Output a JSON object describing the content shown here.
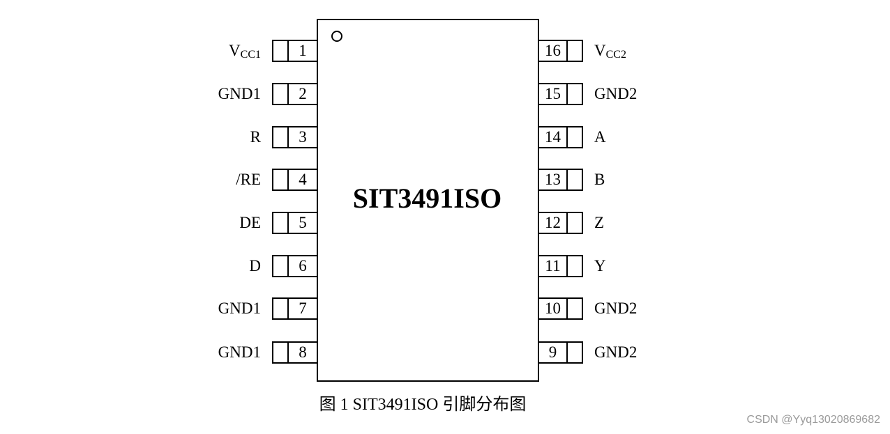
{
  "chip": {
    "name": "SIT3491ISO"
  },
  "left_pins": [
    {
      "number": "1",
      "name": "V",
      "sub": "CC1"
    },
    {
      "number": "2",
      "name": "GND1",
      "sub": ""
    },
    {
      "number": "3",
      "name": "R",
      "sub": ""
    },
    {
      "number": "4",
      "name": "/RE",
      "sub": ""
    },
    {
      "number": "5",
      "name": "DE",
      "sub": ""
    },
    {
      "number": "6",
      "name": "D",
      "sub": ""
    },
    {
      "number": "7",
      "name": "GND1",
      "sub": ""
    },
    {
      "number": "8",
      "name": "GND1",
      "sub": ""
    }
  ],
  "right_pins": [
    {
      "number": "16",
      "name": "V",
      "sub": "CC2"
    },
    {
      "number": "15",
      "name": "GND2",
      "sub": ""
    },
    {
      "number": "14",
      "name": "A",
      "sub": ""
    },
    {
      "number": "13",
      "name": "B",
      "sub": ""
    },
    {
      "number": "12",
      "name": "Z",
      "sub": ""
    },
    {
      "number": "11",
      "name": "Y",
      "sub": ""
    },
    {
      "number": "10",
      "name": "GND2",
      "sub": ""
    },
    {
      "number": "9",
      "name": "GND2",
      "sub": ""
    }
  ],
  "caption": "图 1 SIT3491ISO 引脚分布图",
  "watermark": "CSDN @Yyq13020869682"
}
